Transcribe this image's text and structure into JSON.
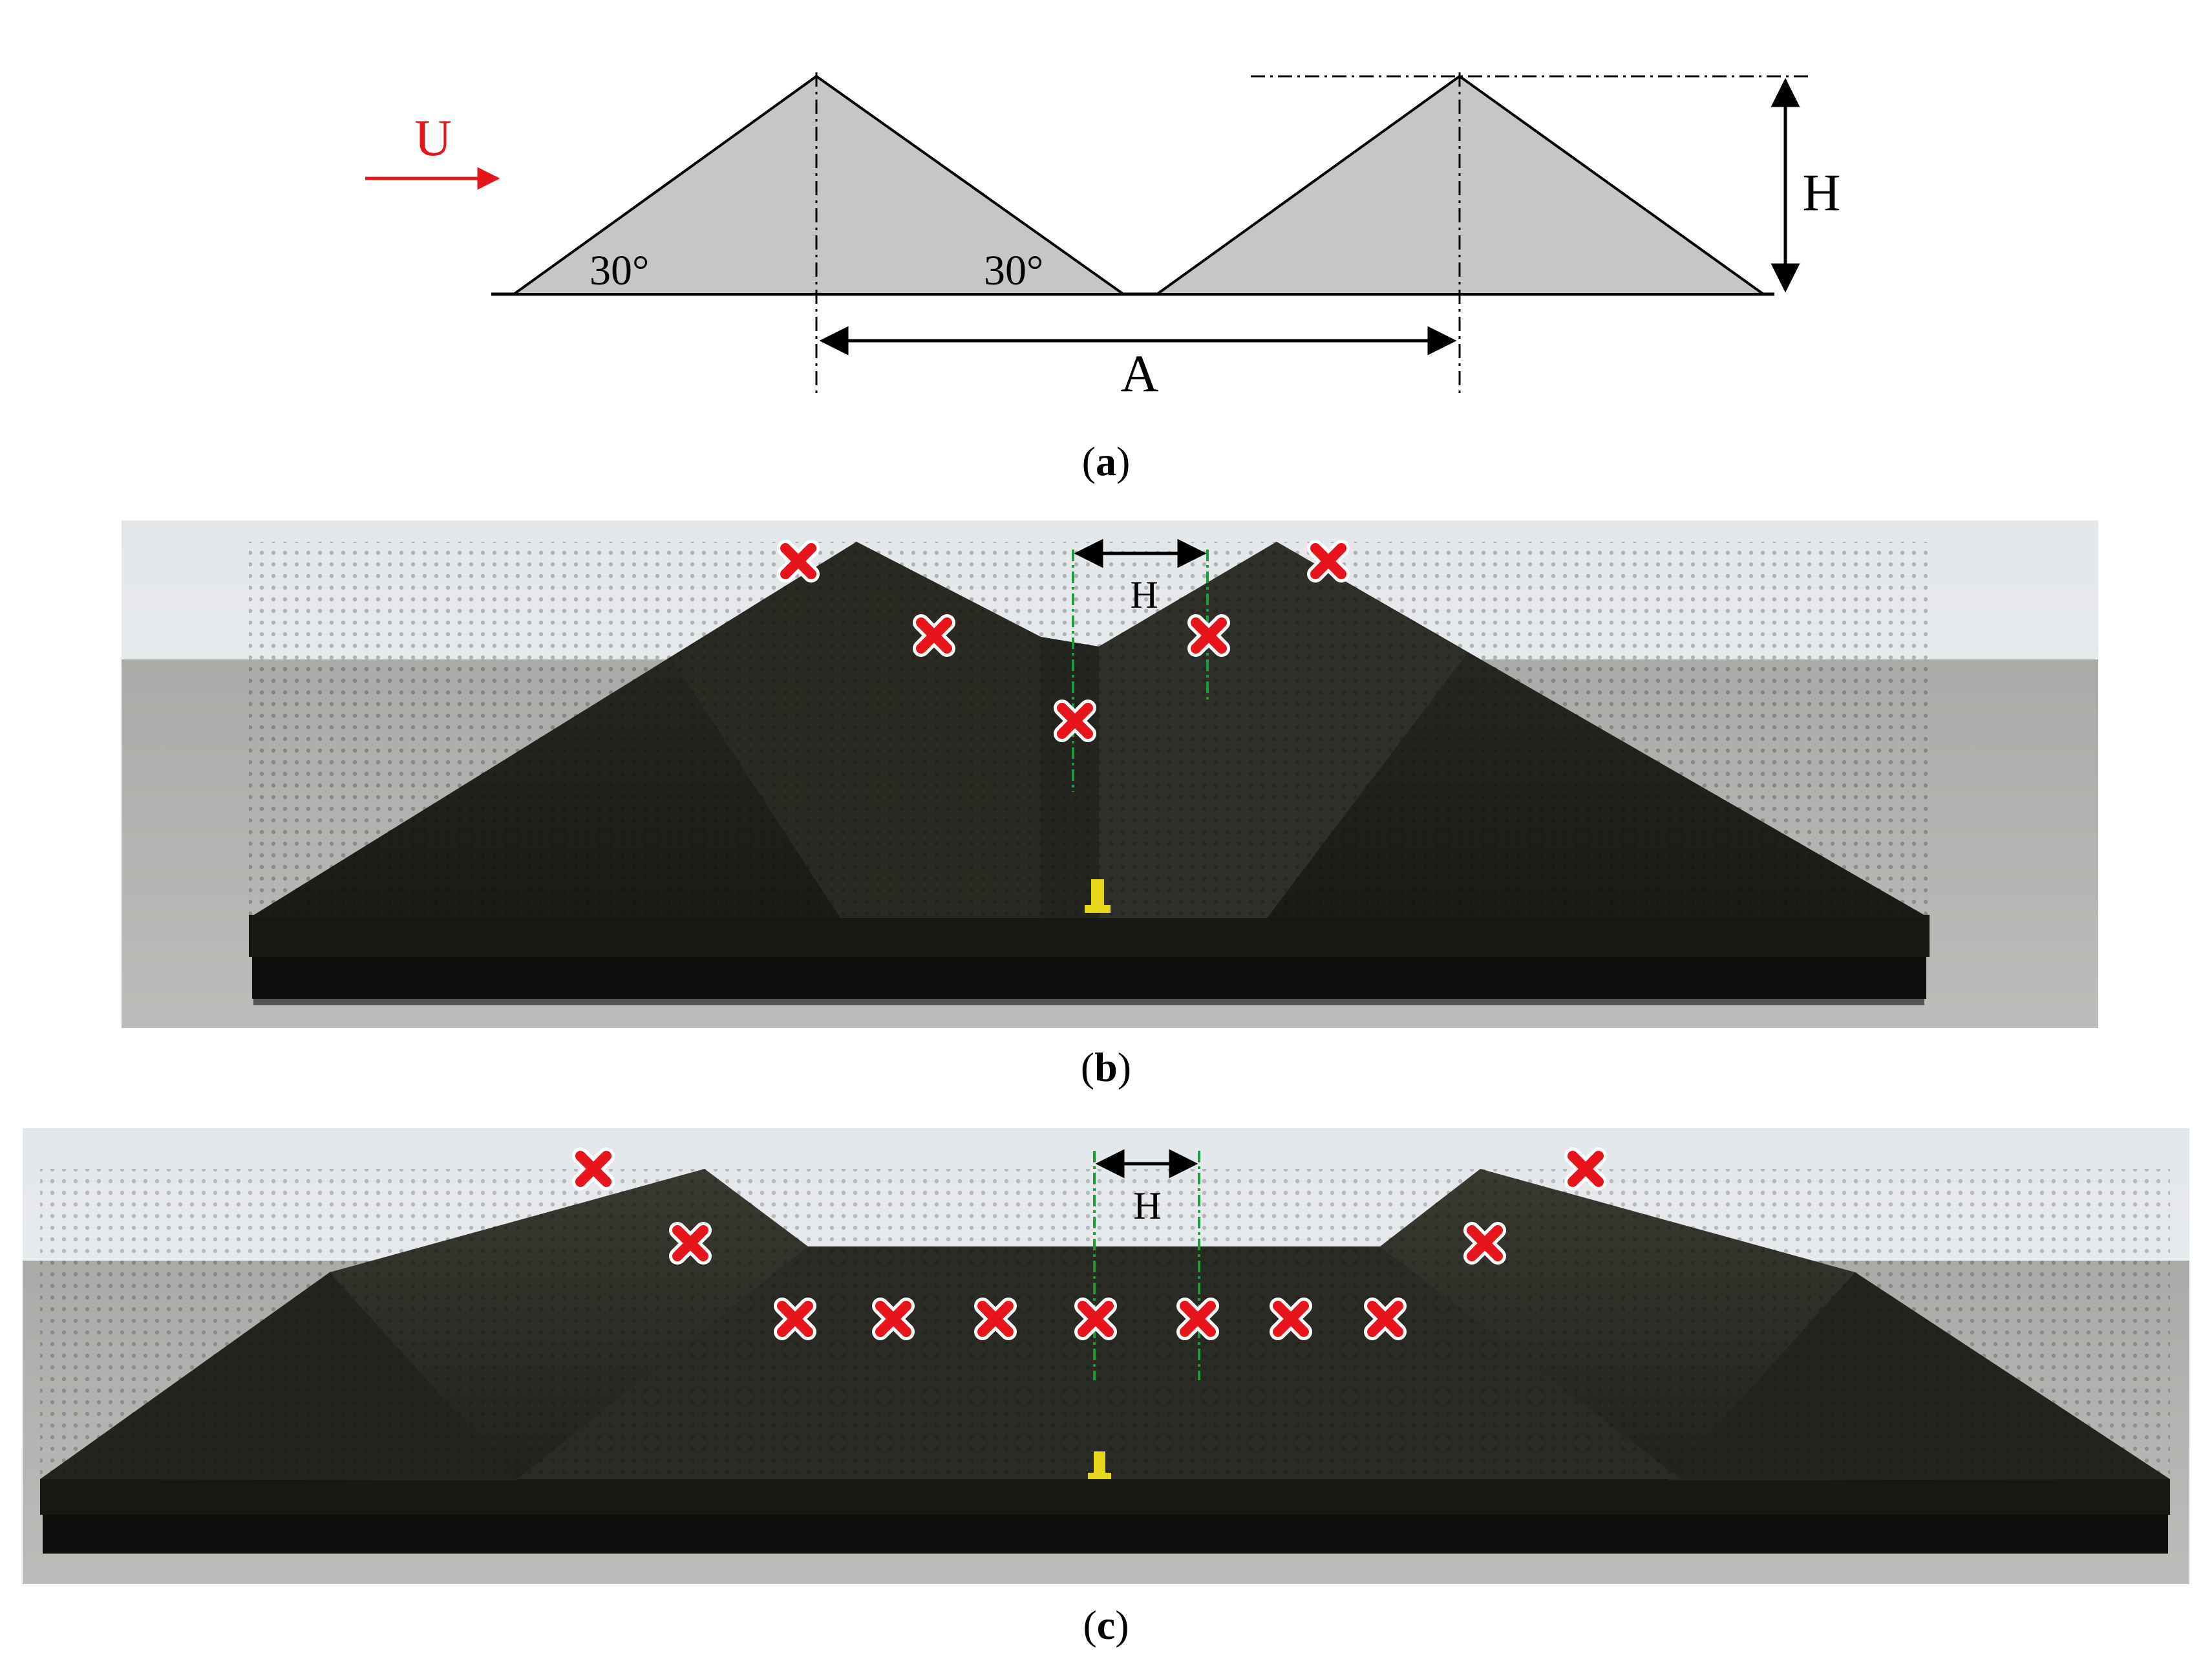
{
  "panel_a": {
    "flow_label": "U",
    "angle_left": "30°",
    "angle_right": "30°",
    "height_label": "H",
    "spacing_label": "A"
  },
  "panel_b": {
    "gap_label": "H"
  },
  "panel_c": {
    "gap_label": "H"
  },
  "captions": {
    "a": {
      "open": "(",
      "letter": "a",
      "close": ")"
    },
    "b": {
      "open": "(",
      "letter": "b",
      "close": ")"
    },
    "c": {
      "open": "(",
      "letter": "c",
      "close": ")"
    }
  },
  "colors": {
    "flow_arrow": "#e8141c",
    "marker": "#e8141c",
    "ridge_fill": "#c6c6c6",
    "guide_line": "#1f9c3a",
    "model": "#1c1c18"
  }
}
